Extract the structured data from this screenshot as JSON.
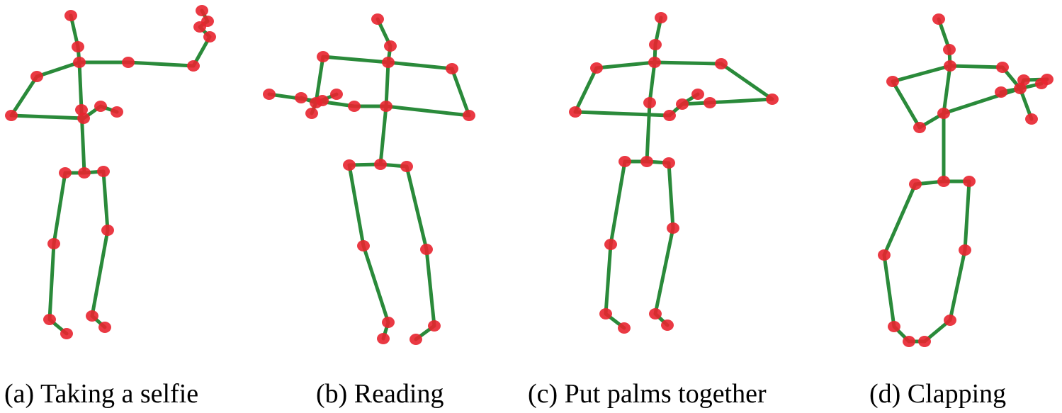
{
  "captions": {
    "a": "(a) Taking a selfie",
    "b": "(b) Reading",
    "c": "(c) Put palms together",
    "d": "(d) Clapping"
  },
  "colors": {
    "bone": "#2a8a3a",
    "joint": "#e8232f"
  }
}
